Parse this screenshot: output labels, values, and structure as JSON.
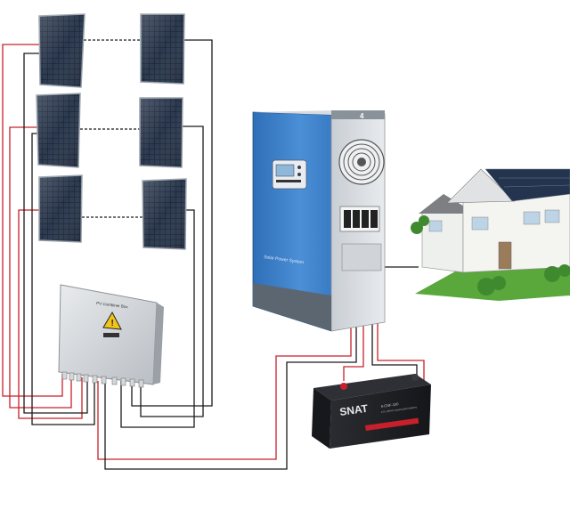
{
  "diagram": {
    "combiner_box": {
      "title": "PV Combiner Box",
      "warning_symbol": "!"
    },
    "inverter": {
      "badge": "4",
      "brand_text": "Solar Power System"
    },
    "battery": {
      "brand": "SNAT",
      "model": "6-CNF-100",
      "spec": "12V 100Ah Lead-Carbon Battery"
    },
    "colors": {
      "wire_positive": "#c8202a",
      "wire_negative": "#1a1a1a",
      "panel_cell": "#1b2433",
      "inverter_blue": "#3d7fc8",
      "battery_body": "#1e1f24"
    },
    "icons": [
      "solar-panel-icon",
      "warning-triangle-icon",
      "fan-grille-icon",
      "lcd-display-icon",
      "battery-icon",
      "house-icon"
    ]
  }
}
